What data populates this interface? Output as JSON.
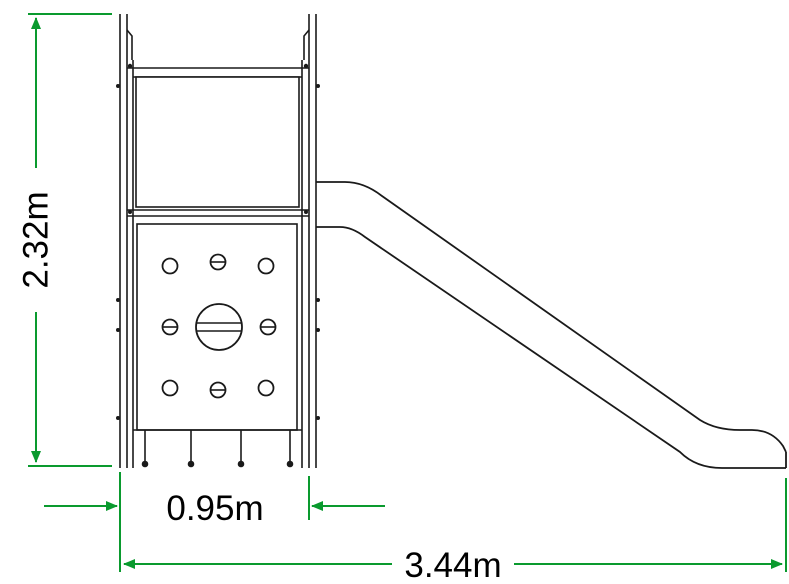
{
  "dimensions": {
    "height_label": "2.32m",
    "width_label": "0.95m",
    "length_label": "3.44m"
  },
  "colors": {
    "dimension_line": "#0a9a2e",
    "structure_line": "#1a1a1a",
    "panel_fill": "#ffffff",
    "background": "#ffffff"
  },
  "icons": {
    "arrow": "arrowhead-icon"
  }
}
